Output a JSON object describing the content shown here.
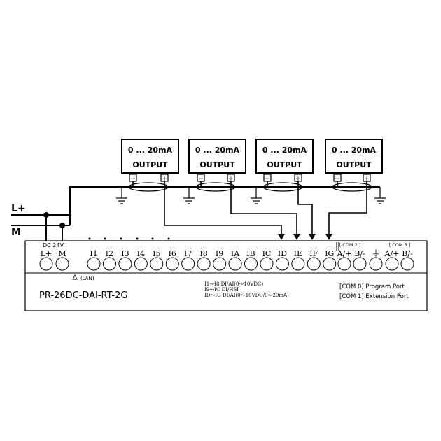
{
  "power": {
    "line_plus": "L+",
    "line_minus": "M"
  },
  "sensors": [
    {
      "range": "0 ... 20mA",
      "label": "OUTPUT",
      "neg": "−",
      "pos": "+"
    },
    {
      "range": "0 ... 20mA",
      "label": "OUTPUT",
      "neg": "−",
      "pos": "+"
    },
    {
      "range": "0 ... 20mA",
      "label": "OUTPUT",
      "neg": "−",
      "pos": "+"
    },
    {
      "range": "0 ... 20mA",
      "label": "OUTPUT",
      "neg": "−",
      "pos": "+"
    }
  ],
  "plc": {
    "dc_label": "DC 24V",
    "power_terminals": [
      "L+",
      "M"
    ],
    "inputs": [
      "I1",
      "I2",
      "I3",
      "I4",
      "I5",
      "I6",
      "I7",
      "I8",
      "I9",
      "IA",
      "IB",
      "IC",
      "ID",
      "IE",
      "IF",
      "IG"
    ],
    "com2_label": "[ COM 2 ]",
    "com3_label": "[ COM 3 ]",
    "com2_terminals": [
      "A/+",
      "B/-"
    ],
    "com3_terminals": [
      "A/+",
      "B/-"
    ],
    "ground_symbol": "⏚",
    "lan_label": "(LAN)",
    "model": "PR-26DC-DAI-RT-2G",
    "spec_lines": [
      "I1～I8 DI/AI(0～10VDC)",
      "I9～IC DI/HSI",
      "ID～IG DI/AI(0～10VDC/0～20mA)"
    ],
    "ports": [
      "[COM 0] Program Port",
      "[COM 1] Extension Port"
    ]
  }
}
